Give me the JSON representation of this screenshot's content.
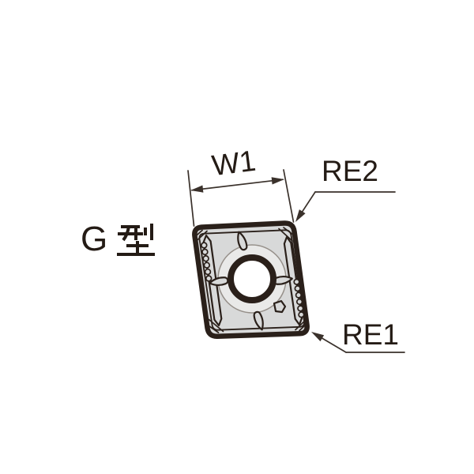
{
  "figure": {
    "type_label": "G 型",
    "type_label_latin": "G",
    "type_label_kanji": "型",
    "dimension_labels": {
      "width": "W1",
      "corner_radius_top": "RE2",
      "corner_radius_bottom": "RE1"
    },
    "colors": {
      "background": "#ffffff",
      "outline": "#2a201a",
      "body_fill": "#d8d9d9",
      "boss_fill": "#e9e9e8",
      "boss_stroke": "#96908a",
      "hole_fill": "#ffffff",
      "annotation_line": "#3a312b",
      "label_text": "#241b15"
    }
  }
}
